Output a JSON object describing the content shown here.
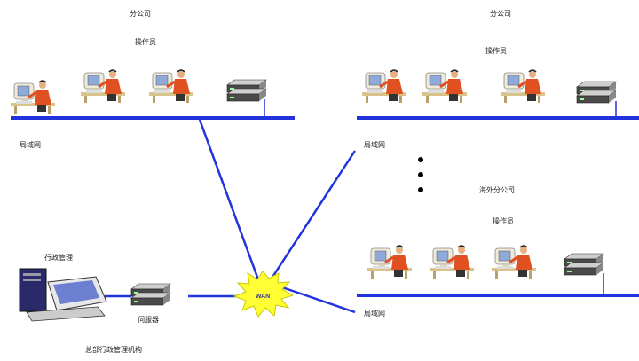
{
  "branch_left": {
    "office_label": "分公司",
    "staff_label": "操作员",
    "lan_label": "局域网"
  },
  "branch_right": {
    "office_label": "分公司",
    "staff_label": "操作员",
    "lan_label": "局域网"
  },
  "branch_overseas": {
    "office_label": "海外分公司",
    "staff_label": "操作员",
    "lan_label": "局域网"
  },
  "headquarters": {
    "workstation_label": "行政管理",
    "server_label": "伺服器",
    "org_label": "总部行政管理机构"
  },
  "wan": {
    "label": "WAN"
  },
  "colors": {
    "network_line": "#2233dd",
    "wan_burst": "#ffff33",
    "person_shirt": "#e05020",
    "monitor": "#f0ead8"
  }
}
